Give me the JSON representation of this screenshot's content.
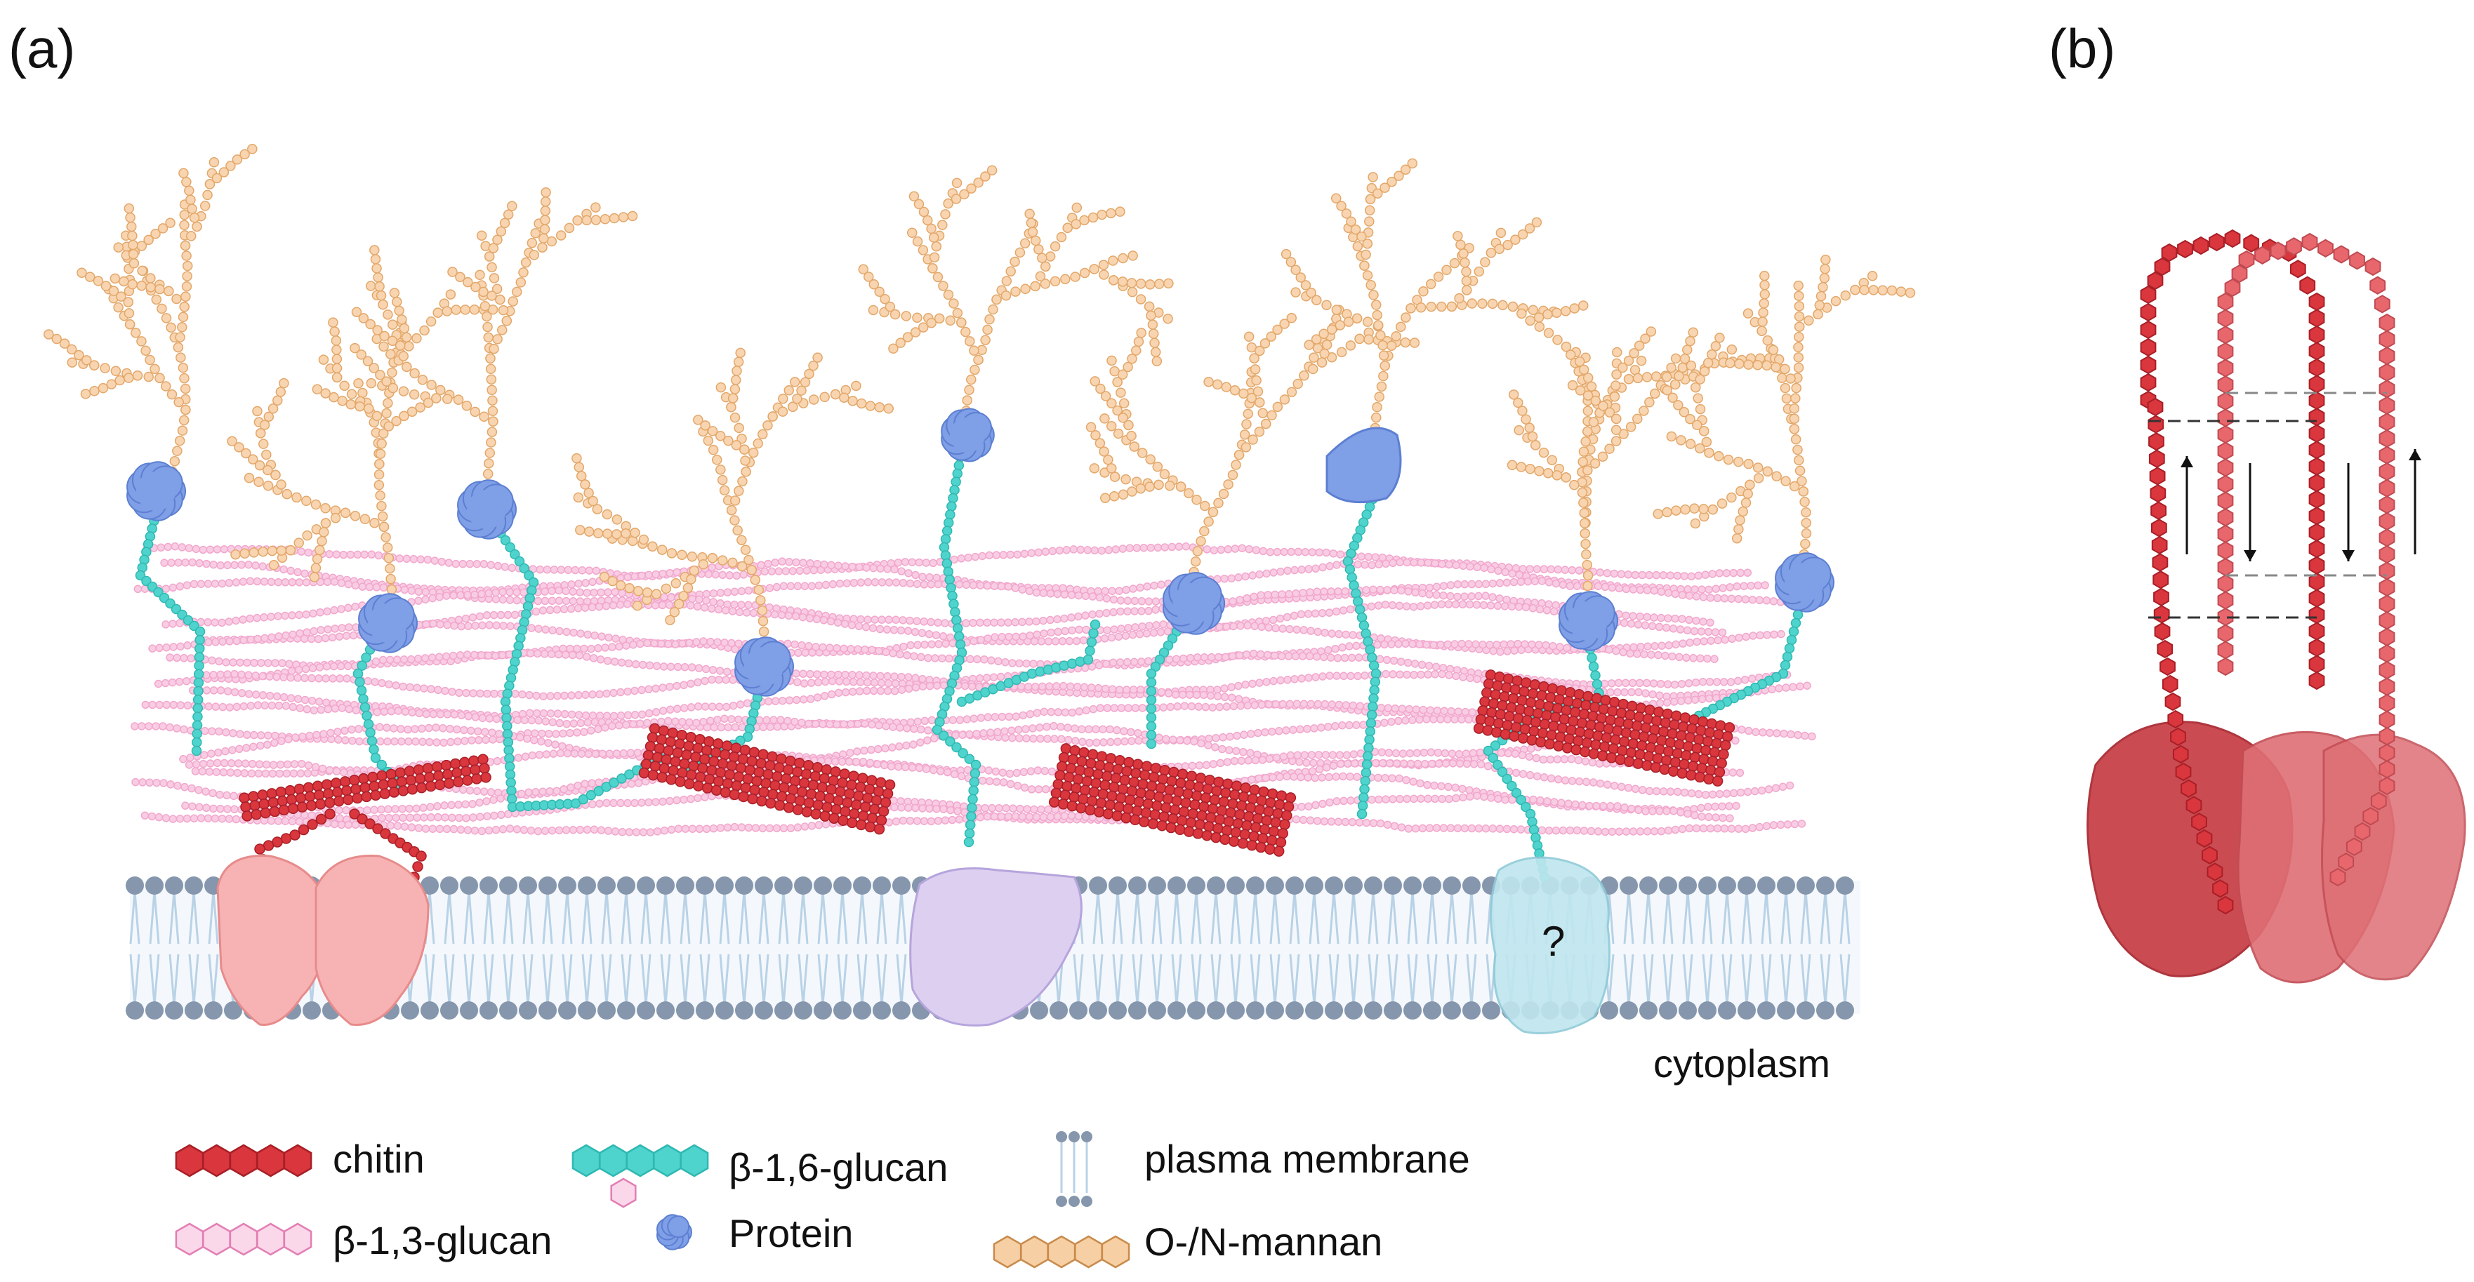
{
  "panels": {
    "a": "(a)",
    "b": "(b)"
  },
  "labels": {
    "cytoplasm": "cytoplasm",
    "unknown_protein": "?"
  },
  "legend": [
    {
      "id": "chitin",
      "label": "chitin",
      "icon": "chitin-hexagon-chain-icon"
    },
    {
      "id": "b13",
      "label": "β-1,3-glucan",
      "icon": "beta13-glucan-hexagon-chain-icon"
    },
    {
      "id": "b16",
      "label": "β-1,6-glucan",
      "icon": "beta16-glucan-branched-hexagon-icon"
    },
    {
      "id": "protein",
      "label": "Protein",
      "icon": "protein-blob-icon"
    },
    {
      "id": "membrane",
      "label": "plasma membrane",
      "icon": "lipid-bilayer-icon"
    },
    {
      "id": "mannan",
      "label": "O-/N-mannan",
      "icon": "mannan-hexagon-chain-icon"
    }
  ],
  "colors": {
    "chitin": "#d9363e",
    "chitin_light": "#e8676d",
    "b13": "#f2a7cd",
    "b16": "#4fd3cd",
    "protein": "#7f9fe6",
    "mannan": "#f1c08d",
    "membrane_head": "#8596ad",
    "membrane_tail": "#b9d2e6",
    "synthase_pink": "#f7b3b3",
    "transporter_purple": "#dccff0",
    "unknown_blue": "#bfe6ef",
    "synthase_dark": "#c63d44",
    "synthase_darklight": "#de6f75"
  }
}
